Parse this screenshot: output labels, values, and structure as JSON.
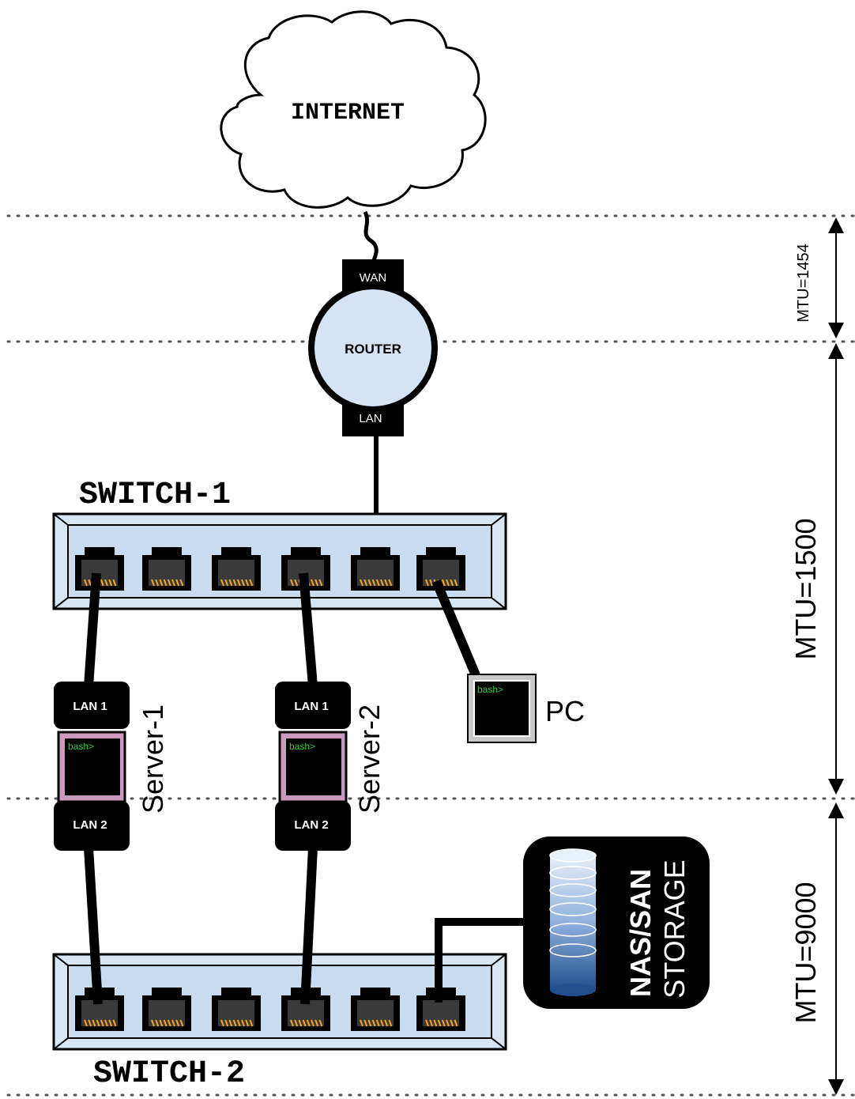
{
  "internet": {
    "label": "INTERNET"
  },
  "router": {
    "label": "ROUTER",
    "wan_label": "WAN",
    "lan_label": "LAN"
  },
  "switch1": {
    "label": "SWITCH-1"
  },
  "switch2": {
    "label": "SWITCH-2"
  },
  "server1": {
    "label": "Server-1",
    "lan1": "LAN 1",
    "lan2": "LAN 2",
    "prompt": "bash>"
  },
  "server2": {
    "label": "Server-2",
    "lan1": "LAN 1",
    "lan2": "LAN 2",
    "prompt": "bash>"
  },
  "pc": {
    "label": "PC",
    "prompt": "bash>"
  },
  "storage": {
    "line1": "NAS/SAN",
    "line2": "STORAGE"
  },
  "mtu": {
    "wan": "MTU=1454",
    "lan": "MTU=1500",
    "storage": "MTU=9000"
  },
  "colors": {
    "switch_fill": "#d6e6f5",
    "router_fill": "#d4e4f4",
    "server_frame": "#c99aba",
    "port_pins": "#f5a623",
    "prompt_green": "#2ecc40"
  }
}
